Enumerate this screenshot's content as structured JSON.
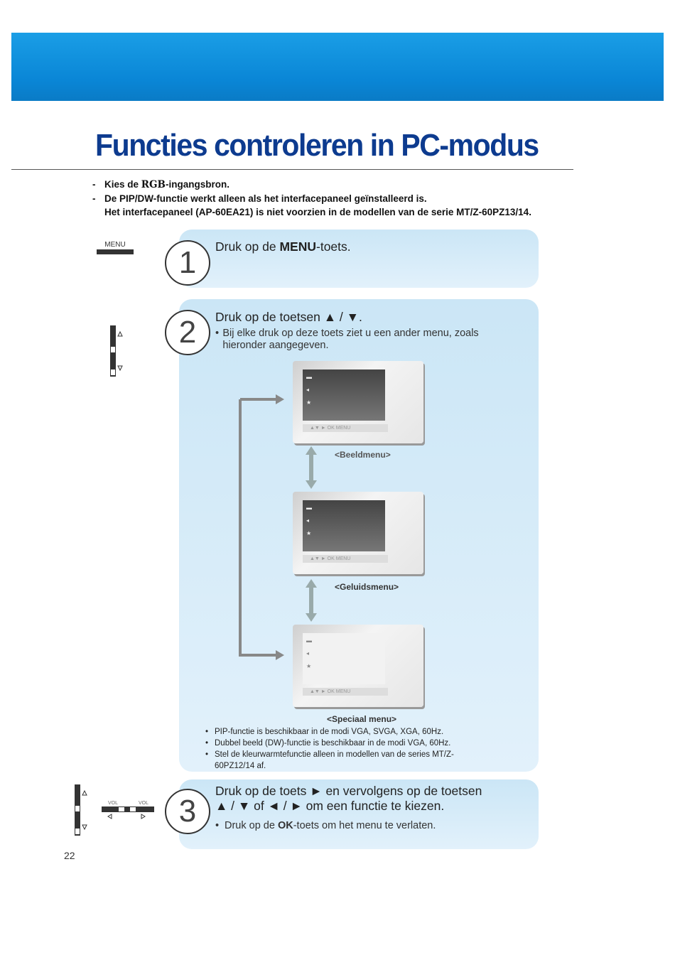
{
  "title": "Functies controleren in PC-modus",
  "intro": {
    "line1_prefix": "Kies de ",
    "line1_bold": "RGB",
    "line1_suffix": "-ingangsbron.",
    "line2": "De PIP/DW-functie werkt alleen als het interfacepaneel geïnstalleerd is.",
    "line3": "Het interfacepaneel (AP-60EA21) is niet voorzien in de modellen van de serie MT/Z-60PZ13/14."
  },
  "menu_key_label": "MENU",
  "steps": [
    {
      "number": "1",
      "pre": "Druk op de ",
      "bold": "MENU",
      "post": "-toets."
    },
    {
      "number": "2",
      "text": "Druk op de toetsen ▲ / ▼.",
      "bullet": "Bij elke druk op deze toets ziet u een ander menu, zoals hieronder aangegeven."
    },
    {
      "number": "3",
      "line1": "Druk op de toets ► en vervolgens op de toetsen",
      "line2": "▲ / ▼ of ◄ / ► om een functie te kiezen.",
      "bullet_pre": "Druk op de ",
      "bullet_bold": "OK",
      "bullet_post": "-toets om het menu te verlaten."
    }
  ],
  "menus": [
    "<Beeldmenu>",
    "<Geluidsmenu>",
    "<Speciaal menu>"
  ],
  "tv_bar": "▲▼ ►    OK   MENU",
  "notes": [
    "PIP-functie is beschikbaar in de modi VGA, SVGA, XGA, 60Hz.",
    "Dubbel beeld (DW)-functie is beschikbaar in de modi VGA, 60Hz.",
    "Stel de kleurwarmtefunctie alleen in modellen van de series MT/Z-60PZ12/14 af."
  ],
  "vol_label": "VOL",
  "page_number": "22"
}
